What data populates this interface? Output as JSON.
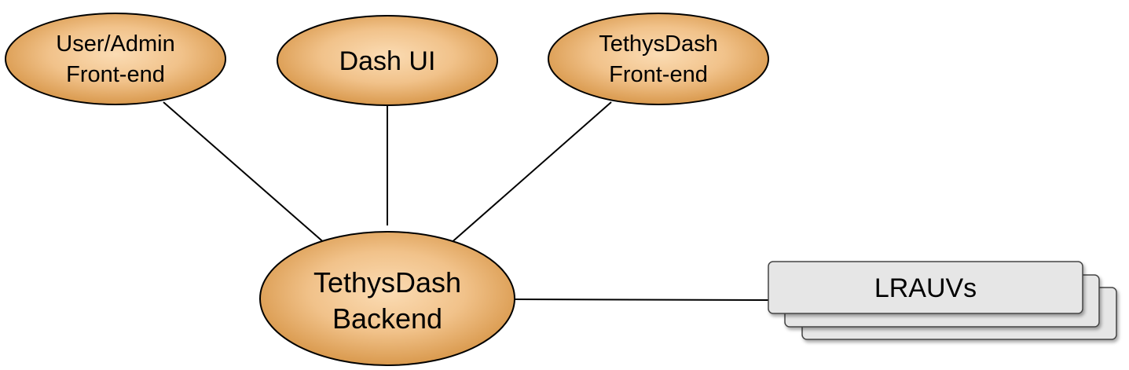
{
  "diagram": {
    "colors": {
      "node_fill_light": "#fbdcb4",
      "node_fill_dark": "#d9994d",
      "node_stroke": "#000000",
      "box_fill": "#e6e6e6",
      "box_stroke": "#444444",
      "edge": "#000000"
    },
    "nodes": {
      "admin": {
        "line1": "User/Admin",
        "line2": "Front-end"
      },
      "dashui": {
        "line1": "Dash UI"
      },
      "tethysfront": {
        "line1": "TethysDash",
        "line2": "Front-end"
      },
      "backend": {
        "line1": "TethysDash",
        "line2": "Backend"
      },
      "lrauvs": {
        "line1": "LRAUVs"
      }
    },
    "edges": [
      {
        "from": "admin",
        "to": "backend"
      },
      {
        "from": "dashui",
        "to": "backend"
      },
      {
        "from": "tethysfront",
        "to": "backend"
      },
      {
        "from": "backend",
        "to": "lrauvs"
      }
    ]
  }
}
